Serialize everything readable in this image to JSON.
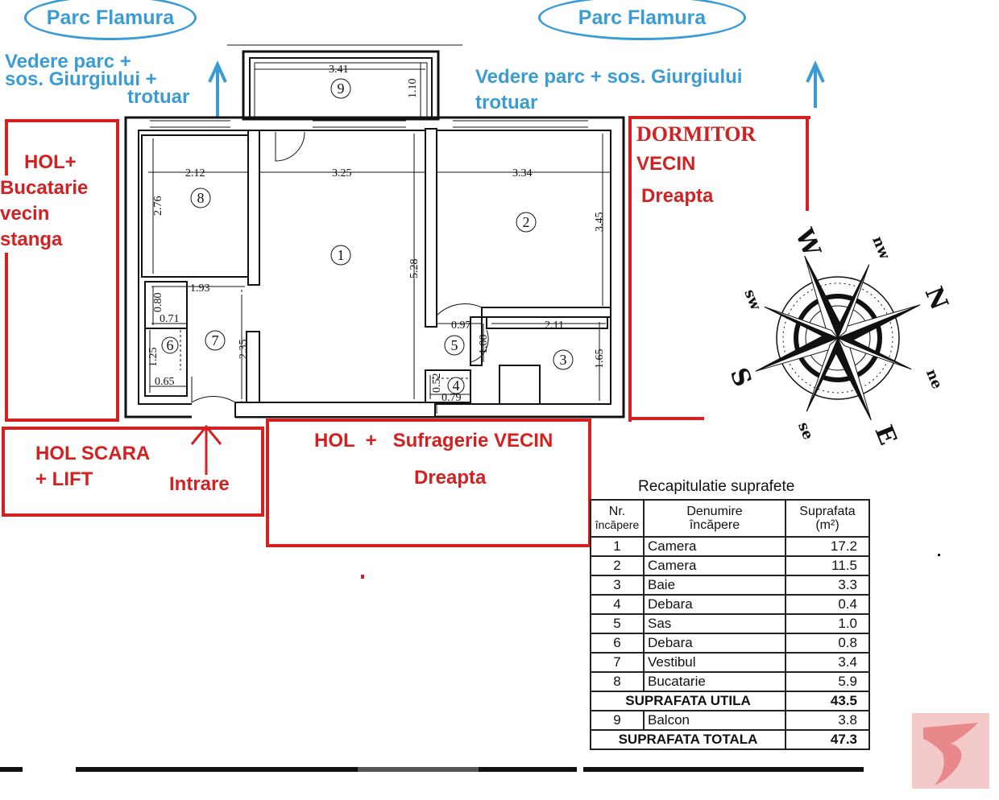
{
  "top_labels": {
    "park_left": "Parc Flamura",
    "park_right": "Parc Flamura",
    "view_left_line1": "Vedere parc +",
    "view_left_line2": "sos. Giurgiului +",
    "view_left_line3": "trotuar",
    "view_right_line1": "Vedere parc + sos. Giurgiului",
    "view_right_line2": "trotuar"
  },
  "neighbor_labels": {
    "left_line1": "HOL+",
    "left_line2": "Bucatarie",
    "left_line3": "vecin",
    "left_line4": "stanga",
    "right_line1": "DORMITOR",
    "right_line2": "VECIN",
    "right_line3": "Dreapta",
    "stair_line1": "HOL SCARA",
    "stair_line2": "+ LIFT",
    "entrance": "Intrare",
    "hall_line1": "HOL  +   Sufragerie VECIN",
    "hall_line2": "Dreapta"
  },
  "dimensions": {
    "d341": "3.41",
    "d110": "1.10",
    "d212": "2.12",
    "d325": "3.25",
    "d334": "3.34",
    "d276": "2.76",
    "d345": "3.45",
    "d528": "5.28",
    "d193": "1.93",
    "d080": "0.80",
    "d071": "0.71",
    "d125": "1.25",
    "d065": "0.65",
    "d235": "2.35",
    "d097": "0.97",
    "d100": "1.00",
    "d211": "2.11",
    "d165": "1.65",
    "d052": "0.52",
    "d079": "0.79"
  },
  "room_numbers": [
    "1",
    "2",
    "3",
    "4",
    "5",
    "6",
    "7",
    "8",
    "9"
  ],
  "compass": {
    "n": "N",
    "s": "S",
    "e": "E",
    "w": "W",
    "nw": "nw",
    "sw": "sw",
    "ne": "ne",
    "se": "se"
  },
  "table": {
    "title": "Recapitulatie suprafete",
    "headers": {
      "nr_line1": "Nr.",
      "nr_line2": "încăpere",
      "name_line1": "Denumire",
      "name_line2": "încăpere",
      "area_line1": "Suprafata",
      "area_line2": "(m²)"
    },
    "rows": [
      {
        "nr": "1",
        "name": "Camera",
        "area": "17.2"
      },
      {
        "nr": "2",
        "name": "Camera",
        "area": "11.5"
      },
      {
        "nr": "3",
        "name": "Baie",
        "area": "3.3"
      },
      {
        "nr": "4",
        "name": "Debara",
        "area": "0.4"
      },
      {
        "nr": "5",
        "name": "Sas",
        "area": "1.0"
      },
      {
        "nr": "6",
        "name": "Debara",
        "area": "0.8"
      },
      {
        "nr": "7",
        "name": "Vestibul",
        "area": "3.4"
      },
      {
        "nr": "8",
        "name": "Bucatarie",
        "area": "5.9"
      }
    ],
    "util_label": "SUPRAFATA UTILA",
    "util_value": "43.5",
    "balcony": {
      "nr": "9",
      "name": "Balcon",
      "area": "3.8"
    },
    "total_label": "SUPRAFATA TOTALA",
    "total_value": "47.3"
  },
  "colors": {
    "blue": "#3a9bd5",
    "red": "#d42020",
    "logo": "#e8888a"
  }
}
